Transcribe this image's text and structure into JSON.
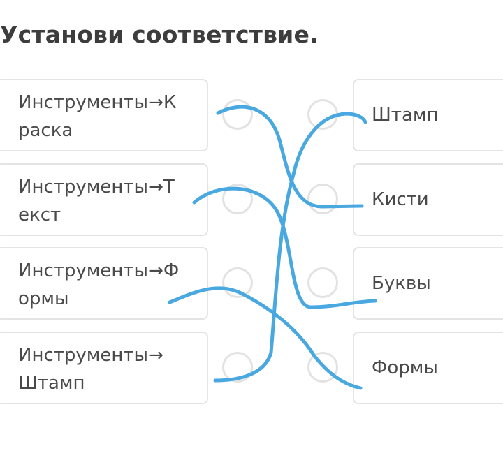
{
  "title": "Установи соответствие.",
  "left_items": [
    "Инструменты→К\nраска",
    "Инструменты→Т\nекст",
    "Инструменты→Ф\nормы",
    "Инструменты→\nШтамп"
  ],
  "right_items": [
    "Штамп",
    "Кисти",
    "Буквы",
    "Формы"
  ],
  "colors": {
    "line": "#4aa8e0",
    "card_border": "#e4e4e4",
    "radio_border": "#e2e2e2",
    "text": "#4a4a4a"
  }
}
